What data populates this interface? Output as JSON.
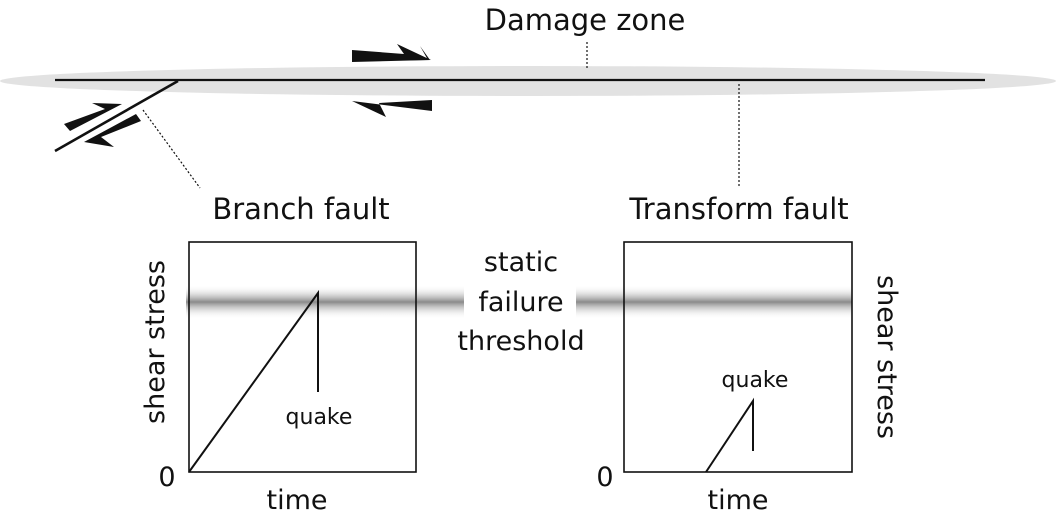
{
  "labels": {
    "damage_zone": "Damage zone",
    "branch_fault": "Branch fault",
    "transform_fault": "Transform fault",
    "threshold_line1": "static",
    "threshold_line2": "failure",
    "threshold_line3": "threshold",
    "left_ylabel": "shear stress",
    "right_ylabel": "shear stress",
    "left_xlabel": "time",
    "right_xlabel": "time",
    "left_zero": "0",
    "right_zero": "0",
    "left_quake": "quake",
    "right_quake": "quake"
  },
  "colors": {
    "ink": "#111111",
    "damage_zone_fill": "#e2e2e2",
    "threshold_band": "#8a8a8a"
  },
  "plots": {
    "branch": {
      "rise_to": "threshold",
      "drop": "quake"
    },
    "transform": {
      "rise_to": "below-threshold",
      "drop": "quake"
    }
  }
}
